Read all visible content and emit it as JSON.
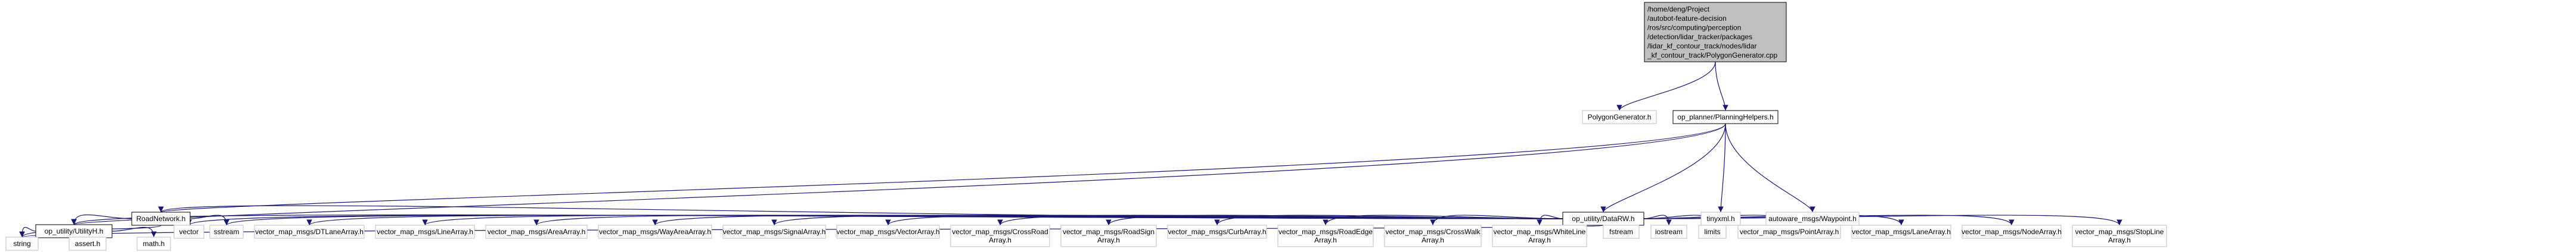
{
  "colors": {
    "edge": "#191970",
    "root_fill": "#bfbfbf",
    "root_stroke": "#000000",
    "internal_fill": "#ffffff",
    "internal_stroke": "#000000",
    "external_fill": "#ffffff",
    "external_stroke": "#bfbfbf"
  },
  "nodes": [
    {
      "id": "root",
      "kind": "root",
      "lines": [
        "/home/deng/Project",
        "/autobot-feature-decision",
        "/ros/src/computing/perception",
        "/detection/lidar_tracker/packages",
        "/lidar_kf_contour_track/nodes/lidar",
        "_kf_contour_track/PolygonGenerator.cpp"
      ]
    },
    {
      "id": "polygongenerator",
      "kind": "external",
      "lines": [
        "PolygonGenerator.h"
      ]
    },
    {
      "id": "planninghelpers",
      "kind": "internal",
      "lines": [
        "op_planner/PlanningHelpers.h"
      ]
    },
    {
      "id": "roadnetwork",
      "kind": "internal",
      "lines": [
        "RoadNetwork.h"
      ]
    },
    {
      "id": "tinyxml",
      "kind": "external",
      "lines": [
        "tinyxml.h"
      ]
    },
    {
      "id": "waypoint",
      "kind": "external",
      "lines": [
        "autoware_msgs/Waypoint.h"
      ]
    },
    {
      "id": "datarw",
      "kind": "internal",
      "lines": [
        "op_utility/DataRW.h"
      ]
    },
    {
      "id": "utilityh",
      "kind": "internal",
      "lines": [
        "op_utility/UtilityH.h"
      ]
    },
    {
      "id": "vector",
      "kind": "external",
      "lines": [
        "vector"
      ]
    },
    {
      "id": "sstream",
      "kind": "external",
      "lines": [
        "sstream"
      ]
    },
    {
      "id": "dtlanearray",
      "kind": "external",
      "lines": [
        "vector_map_msgs/DTLaneArray.h"
      ]
    },
    {
      "id": "linearray",
      "kind": "external",
      "lines": [
        "vector_map_msgs/LineArray.h"
      ]
    },
    {
      "id": "areaarray",
      "kind": "external",
      "lines": [
        "vector_map_msgs/AreaArray.h"
      ]
    },
    {
      "id": "wayareaarray",
      "kind": "external",
      "lines": [
        "vector_map_msgs/WayAreaArray.h"
      ]
    },
    {
      "id": "signalarray",
      "kind": "external",
      "lines": [
        "vector_map_msgs/SignalArray.h"
      ]
    },
    {
      "id": "vectorarray",
      "kind": "external",
      "lines": [
        "vector_map_msgs/VectorArray.h"
      ]
    },
    {
      "id": "crossroadarray",
      "kind": "external",
      "lines": [
        "vector_map_msgs/CrossRoad",
        "Array.h"
      ]
    },
    {
      "id": "roadsignarray",
      "kind": "external",
      "lines": [
        "vector_map_msgs/RoadSign",
        "Array.h"
      ]
    },
    {
      "id": "curbarray",
      "kind": "external",
      "lines": [
        "vector_map_msgs/CurbArray.h"
      ]
    },
    {
      "id": "roadedgearray",
      "kind": "external",
      "lines": [
        "vector_map_msgs/RoadEdge",
        "Array.h"
      ]
    },
    {
      "id": "crosswalkarray",
      "kind": "external",
      "lines": [
        "vector_map_msgs/CrossWalk",
        "Array.h"
      ]
    },
    {
      "id": "whitelinearray",
      "kind": "external",
      "lines": [
        "vector_map_msgs/WhiteLine",
        "Array.h"
      ]
    },
    {
      "id": "fstream",
      "kind": "external",
      "lines": [
        "fstream"
      ]
    },
    {
      "id": "iostream",
      "kind": "external",
      "lines": [
        "iostream"
      ]
    },
    {
      "id": "limits",
      "kind": "external",
      "lines": [
        "limits"
      ]
    },
    {
      "id": "pointarray",
      "kind": "external",
      "lines": [
        "vector_map_msgs/PointArray.h"
      ]
    },
    {
      "id": "lanearray",
      "kind": "external",
      "lines": [
        "vector_map_msgs/LaneArray.h"
      ]
    },
    {
      "id": "nodearray",
      "kind": "external",
      "lines": [
        "vector_map_msgs/NodeArray.h"
      ]
    },
    {
      "id": "stoplinearray",
      "kind": "external",
      "lines": [
        "vector_map_msgs/StopLine",
        "Array.h"
      ]
    },
    {
      "id": "string",
      "kind": "external",
      "lines": [
        "string"
      ]
    },
    {
      "id": "asserth",
      "kind": "external",
      "lines": [
        "assert.h"
      ]
    },
    {
      "id": "mathh",
      "kind": "external",
      "lines": [
        "math.h"
      ]
    }
  ],
  "edges": [
    [
      "root",
      "polygongenerator"
    ],
    [
      "root",
      "planninghelpers"
    ],
    [
      "planninghelpers",
      "roadnetwork"
    ],
    [
      "planninghelpers",
      "datarw"
    ],
    [
      "planninghelpers",
      "tinyxml"
    ],
    [
      "planninghelpers",
      "waypoint"
    ],
    [
      "planninghelpers",
      "utilityh"
    ],
    [
      "roadnetwork",
      "utilityh"
    ],
    [
      "roadnetwork",
      "vector"
    ],
    [
      "roadnetwork",
      "sstream"
    ],
    [
      "roadnetwork",
      "string"
    ],
    [
      "datarw",
      "roadnetwork"
    ],
    [
      "datarw",
      "utilityh"
    ],
    [
      "datarw",
      "vector"
    ],
    [
      "datarw",
      "sstream"
    ],
    [
      "datarw",
      "dtlanearray"
    ],
    [
      "datarw",
      "linearray"
    ],
    [
      "datarw",
      "areaarray"
    ],
    [
      "datarw",
      "wayareaarray"
    ],
    [
      "datarw",
      "signalarray"
    ],
    [
      "datarw",
      "vectorarray"
    ],
    [
      "datarw",
      "crossroadarray"
    ],
    [
      "datarw",
      "roadsignarray"
    ],
    [
      "datarw",
      "curbarray"
    ],
    [
      "datarw",
      "roadedgearray"
    ],
    [
      "datarw",
      "crosswalkarray"
    ],
    [
      "datarw",
      "whitelinearray"
    ],
    [
      "datarw",
      "fstream"
    ],
    [
      "datarw",
      "iostream"
    ],
    [
      "datarw",
      "limits"
    ],
    [
      "datarw",
      "pointarray"
    ],
    [
      "datarw",
      "lanearray"
    ],
    [
      "datarw",
      "nodearray"
    ],
    [
      "datarw",
      "stoplinearray"
    ],
    [
      "datarw",
      "string"
    ],
    [
      "utilityh",
      "string"
    ],
    [
      "utilityh",
      "asserth"
    ],
    [
      "utilityh",
      "mathh"
    ]
  ]
}
